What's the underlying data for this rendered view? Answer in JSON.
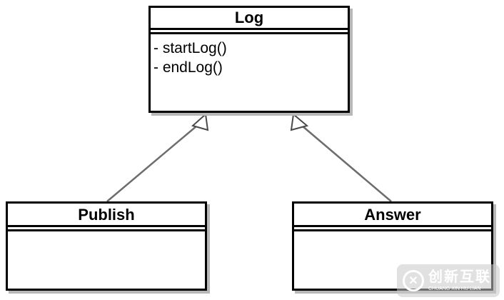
{
  "classes": {
    "log": {
      "name": "Log",
      "operations": [
        "- startLog()",
        "- endLog()"
      ]
    },
    "publish": {
      "name": "Publish"
    },
    "answer": {
      "name": "Answer"
    }
  },
  "watermark": {
    "logo_text": "✕",
    "chinese": "创新互联",
    "pinyin": "CHUANG XIN HU LIAN"
  }
}
